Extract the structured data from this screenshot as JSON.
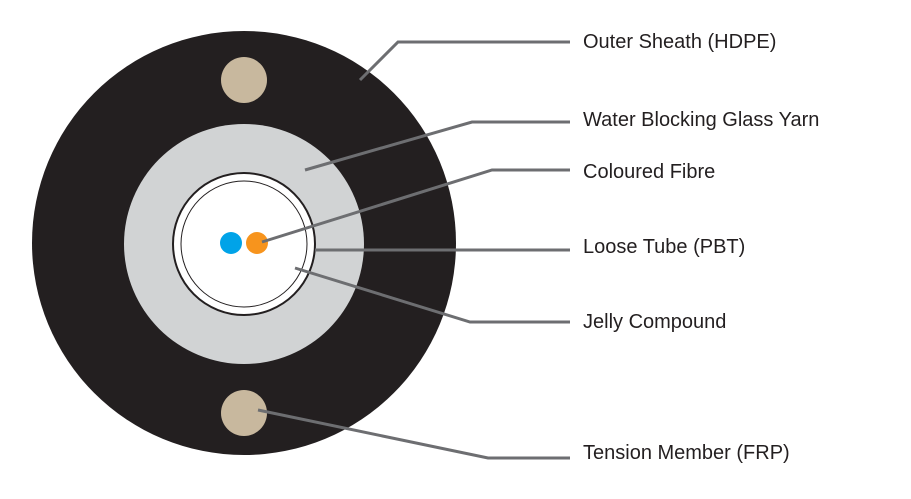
{
  "title": "Fibre optic cable cross-section",
  "labels": {
    "outer_sheath": "Outer Sheath (HDPE)",
    "water_blocking": "Water Blocking Glass Yarn",
    "coloured_fibre": "Coloured Fibre",
    "loose_tube": "Loose Tube (PBT)",
    "jelly": "Jelly Compound",
    "tension_member": "Tension Member (FRP)"
  },
  "colors": {
    "sheath": "#231f20",
    "yarn": "#d1d3d4",
    "tension_member": "#c8b89e",
    "fibre_blue": "#00a3e8",
    "fibre_orange": "#f7941d",
    "leader": "#6d6e71"
  }
}
